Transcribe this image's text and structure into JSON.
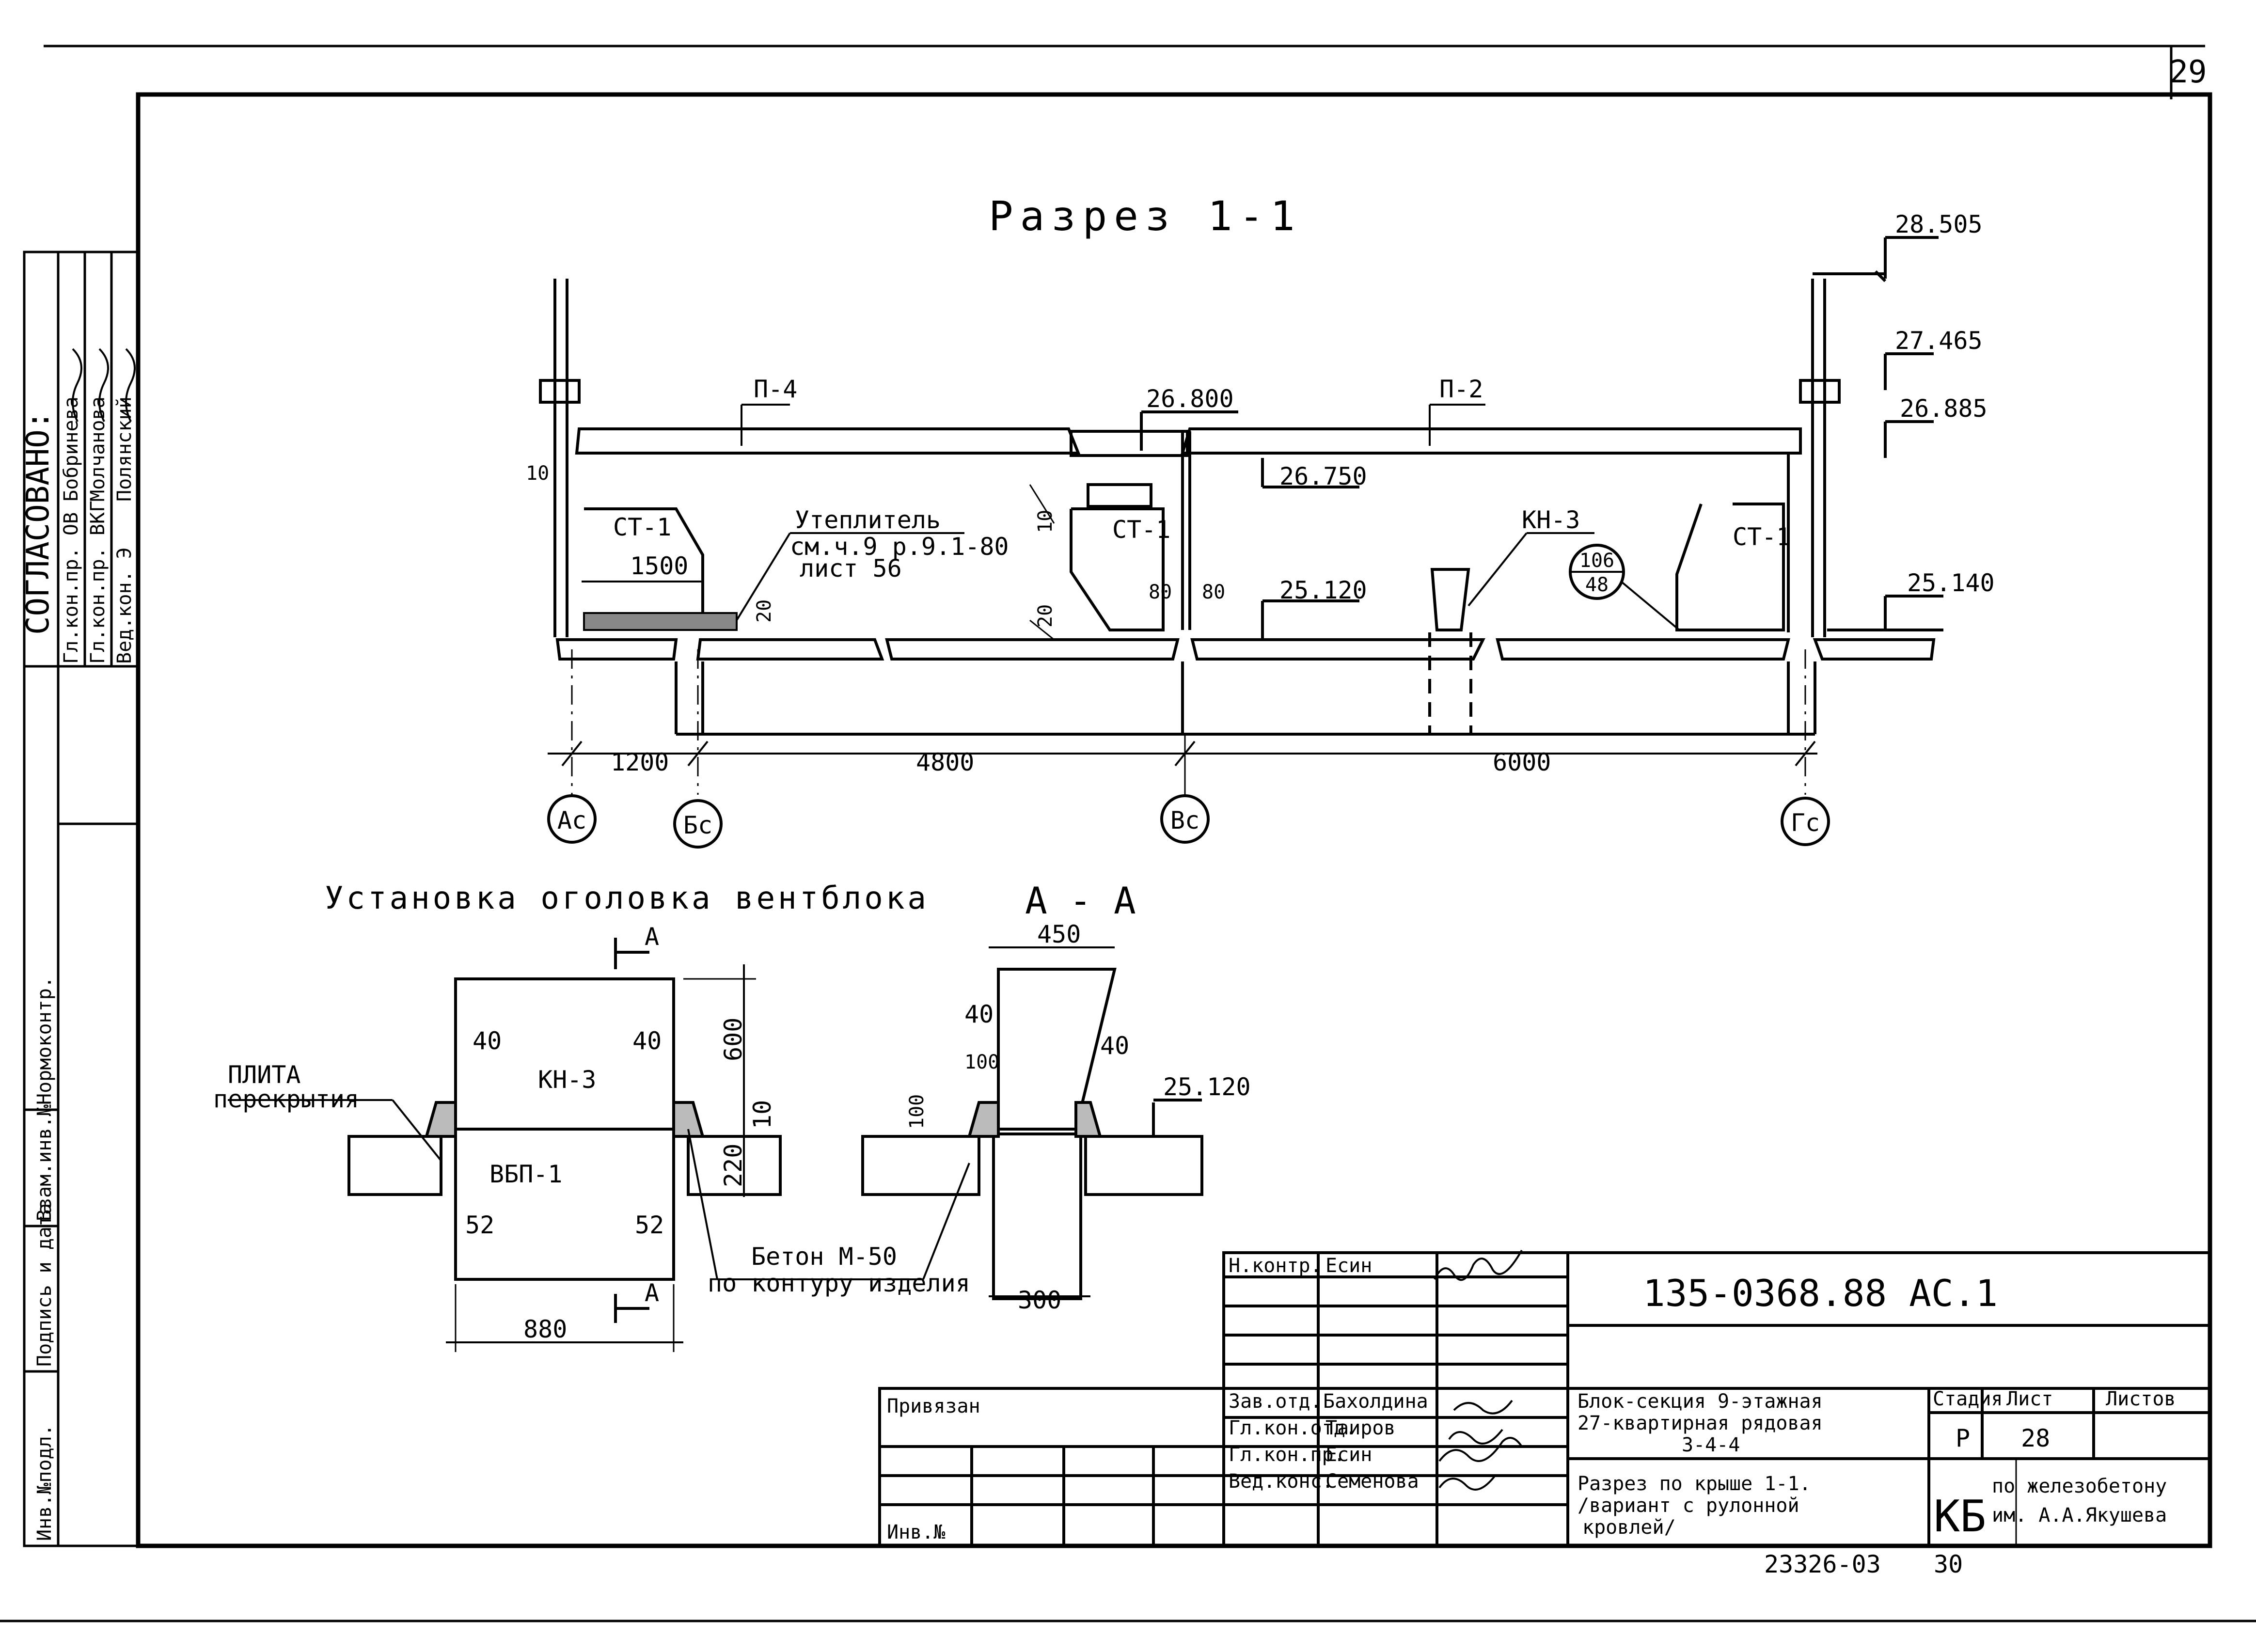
{
  "sheet_number": "29",
  "section_title": "Разрез 1-1",
  "detail_title": "Установка оголовка вентблока",
  "aa_title": "А - А",
  "section_mark": "А",
  "elevations": [
    "28.505",
    "27.465",
    "26.885",
    "26.800",
    "26.750",
    "25.120",
    "25.140"
  ],
  "section_labels": {
    "p4": "П-4",
    "p2": "П-2",
    "st1_left": "СТ-1",
    "st1_mid": "СТ-1",
    "st1_right": "СТ-1",
    "kn3": "КН-3",
    "insulation_1": "Утеплитель",
    "insulation_2": "см.ч.9 р.9.1-80",
    "insulation_3": "лист 56",
    "node_top": "106",
    "node_bottom": "48"
  },
  "section_dims": {
    "d10_left": "10",
    "d1500": "1500",
    "d20_a": "20",
    "d20_b": "20",
    "d10_mid": "10",
    "d80_a": "80",
    "d80_b": "80",
    "d1200": "1200",
    "d4800": "4800",
    "d6000": "6000"
  },
  "axes": [
    "Ас",
    "Бс",
    "Вс",
    "Гс"
  ],
  "detail_labels": {
    "slab_1": "ПЛИТА",
    "slab_2": "перекрытия",
    "kn3": "КН-3",
    "vbp1": "ВБП-1",
    "concrete_1": "Бетон М-50",
    "concrete_2": "по контуру изделия"
  },
  "detail_dims": {
    "d40_a": "40",
    "d40_b": "40",
    "d600": "600",
    "d10": "10",
    "d220": "220",
    "d52_a": "52",
    "d52_b": "52",
    "d880": "880"
  },
  "aa_dims": {
    "d450": "450",
    "d40_a": "40",
    "d40_b": "40",
    "d100_a": "100",
    "d100_b": "100",
    "d300": "300",
    "elev": "25.120"
  },
  "side_stamp": {
    "heading": "СОГЛАСОВАНО:",
    "rows": [
      {
        "role": "Гл.кон.пр. ОВ",
        "name": "Бобринева"
      },
      {
        "role": "Гл.кон.пр. ВКГ",
        "name": "Молчанова"
      },
      {
        "role": "Вед.кон. Э",
        "name": "Полянский"
      }
    ],
    "normocontrol": "Нормоконтр.",
    "vzam": "Взам.инв.№",
    "podpis": "Подпись и дата",
    "inv": "Инв.№подл."
  },
  "title_block": {
    "code": "135-0368.88 АС.1",
    "privyazan": "Привязан",
    "inv": "Инв.№",
    "people": [
      {
        "role": "Н.контр.",
        "name": "Есин"
      },
      {
        "role": "",
        "name": ""
      },
      {
        "role": "",
        "name": ""
      },
      {
        "role": "Зав.отд.",
        "name": "Бахолдина"
      },
      {
        "role": "Гл.кон.отд.",
        "name": "Таиров"
      },
      {
        "role": "Гл.кон.пр.",
        "name": "Есин"
      },
      {
        "role": "Вед.конс.",
        "name": "Семенова"
      }
    ],
    "project_1": "Блок-секция 9-этажная",
    "project_2": "27-квартирная рядовая",
    "project_3": "3-4-4",
    "sheet_title_1": "Разрез по крыше 1-1.",
    "sheet_title_2": "/вариант с рулонной",
    "sheet_title_3": "кровлей/",
    "stage_label": "Стадия",
    "sheet_label": "Лист",
    "sheets_label": "Листов",
    "stage": "Р",
    "sheet": "28",
    "org_logo": "КБ",
    "org_1": "по железобетону",
    "org_2": "им. А.А.Якушева"
  },
  "footer_code": "23326-03",
  "footer_num": "30"
}
